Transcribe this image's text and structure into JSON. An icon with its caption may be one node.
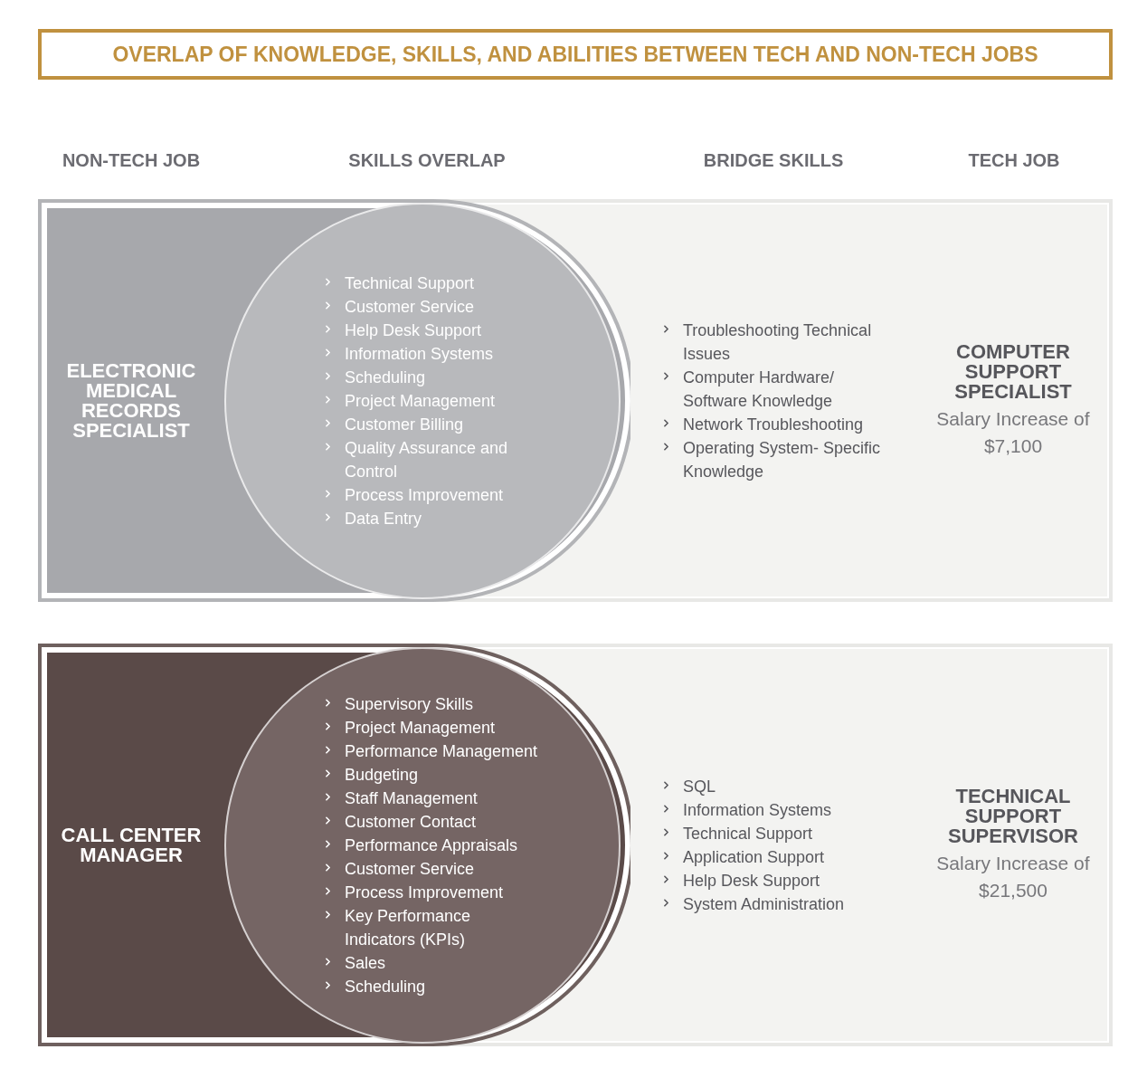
{
  "diagram": {
    "title": "OVERLAP OF KNOWLEDGE, SKILLS, AND ABILITIES BETWEEN TECH AND NON-TECH JOBS",
    "nodes": [
      {
        "text": [
          "Troubleshooting Technical Issues",
          "Computer Hardware/ Software Knowledge",
          "Network Troubleshooting",
          "Operating System- Specific Knowledge",
          "COMPUTER SUPPORT SPECIALIST",
          "Salary Increase of $7,100"
        ]
      },
      {
        "text": [
          "ELECTRONIC MEDICAL RECORDS SPECIALIST"
        ],
        "in": 0
      },
      {
        "text": [
          "Technical Support",
          "Customer Service",
          "Help Desk Support",
          "Information Systems",
          "Scheduling",
          "Project Management",
          "Customer Billing",
          "Quality Assurance and Control",
          "Process Improvement",
          "Data Entry"
        ],
        "in": 1
      },
      {
        "text": [
          "SQL",
          "Information Systems",
          "Technical Support",
          "Application Support",
          "Help Desk Support",
          "System Administration",
          "TECHNICAL SUPPORT SUPERVISOR",
          "Salary Increase of $21,500"
        ]
      },
      {
        "text": [
          "CALL CENTER MANAGER"
        ],
        "in": 3
      },
      {
        "text": [
          "Supervisory Skills",
          "Project Management",
          "Performance Management",
          "Budgeting",
          "Staff Management",
          "Customer Contact",
          "Performance Appraisals",
          "Customer Service",
          "Process Improvement",
          "Key Performance Indicators (KPIs)",
          "Sales",
          "Scheduling"
        ],
        "in": 4
      }
    ],
    "labels": [
      "NON-TECH JOB",
      "SKILLS OVERLAP",
      "BRIDGE SKILLS",
      "TECH JOB"
    ]
  }
}
